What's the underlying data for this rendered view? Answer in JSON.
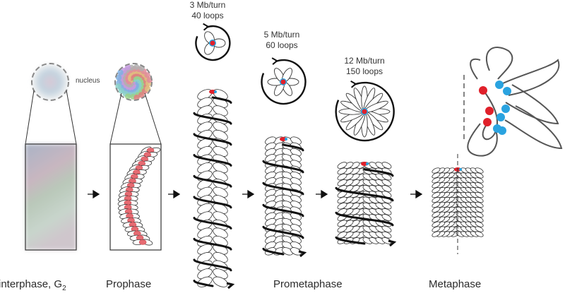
{
  "stages": {
    "interphase_main": "interphase, G",
    "interphase_sub": "2",
    "prophase": "Prophase",
    "prometaphase": "Prometaphase",
    "metaphase": "Metaphase"
  },
  "nucleus_label": "nucleus",
  "folding": [
    {
      "rate": "3 Mb/turn",
      "loops": "40 loops",
      "petals": 3
    },
    {
      "rate": "5 Mb/turn",
      "loops": "60 loops",
      "petals": 6
    },
    {
      "rate": "12 Mb/turn",
      "loops": "150 loops",
      "petals": 16
    }
  ],
  "colors": {
    "outline": "#333333",
    "condensin_red": "#e0202a",
    "condensin_blue": "#2aa3e0",
    "spiral": "#111111",
    "axis_pink": "#e66b72"
  }
}
